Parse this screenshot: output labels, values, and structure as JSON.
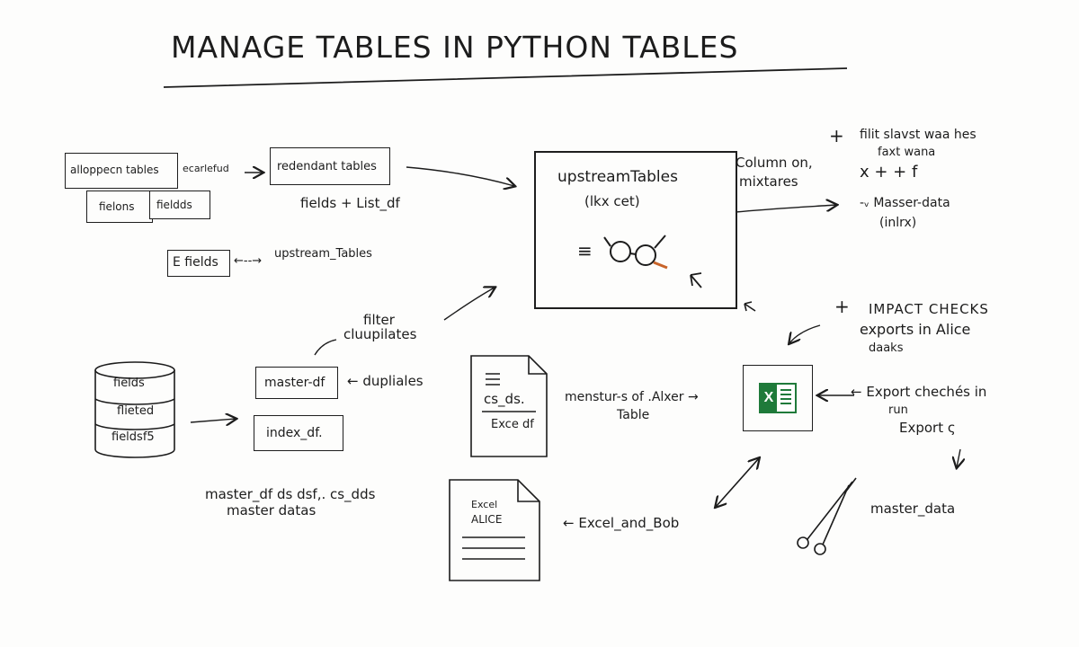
{
  "title": "MANAGE TABLES  IN PYTHON TABLES",
  "top_left": {
    "allopp_box": "alloppecn tables",
    "earnefu": "ecarlefud",
    "redendant_box": "redendant tables",
    "fielons_box": "fielons",
    "fieldds_box": "fieldds",
    "fields_list": "fields + List_df",
    "e_fields_box": "E fields",
    "e_fields_arrow": "←--→",
    "upstream_small": "upstream_Tables"
  },
  "center": {
    "upstream_title": "upstreamTables",
    "upstream_sub": "(lkx cet)",
    "eq_glyph": "≡"
  },
  "right_top": {
    "column_on": "Column on,",
    "mixtares": "mixtares",
    "plus1": "+",
    "filit_line1": "filit slavst waa hes",
    "filit_line2": "faxt wana",
    "formula": "x + + f",
    "masser_line1": "-ᵥ Masser-data",
    "masser_line2": "(inlrx)"
  },
  "middle": {
    "filter_line1": "filter",
    "filter_line2": "cluupilates",
    "db_rows": [
      "fields",
      "flieted",
      "fieldsf5"
    ],
    "master_df_box": "master-df",
    "dupliales": "← dupliales",
    "index_df_box": "index_df.",
    "master_caption1": "master_df ds dsf,. cs_dds",
    "master_caption2": "master datas",
    "doc1_line1": "cs_ds.",
    "doc1_line2": "Exce df",
    "menstur_line1": "menstur-s of .Alxer →",
    "menstur_line2": "Table"
  },
  "right_mid": {
    "plus2": "+",
    "impact": "IMPACT CHECKS",
    "exports_line1": "exports in Alice",
    "exports_line2": "daaks",
    "excel_letter": "X",
    "export_checks": "← Export chechés in",
    "run": "run",
    "export": "Export ς",
    "master_data": "master_data"
  },
  "bottom": {
    "doc2_line1": "Excel",
    "doc2_line2": "ALICE",
    "excel_and_bob": "← Excel_and_Bob"
  },
  "colors": {
    "ink": "#1c1c1c",
    "excel_green": "#1f7a3a",
    "paper": "#fdfdfc",
    "accent_orange": "#c8642a"
  }
}
